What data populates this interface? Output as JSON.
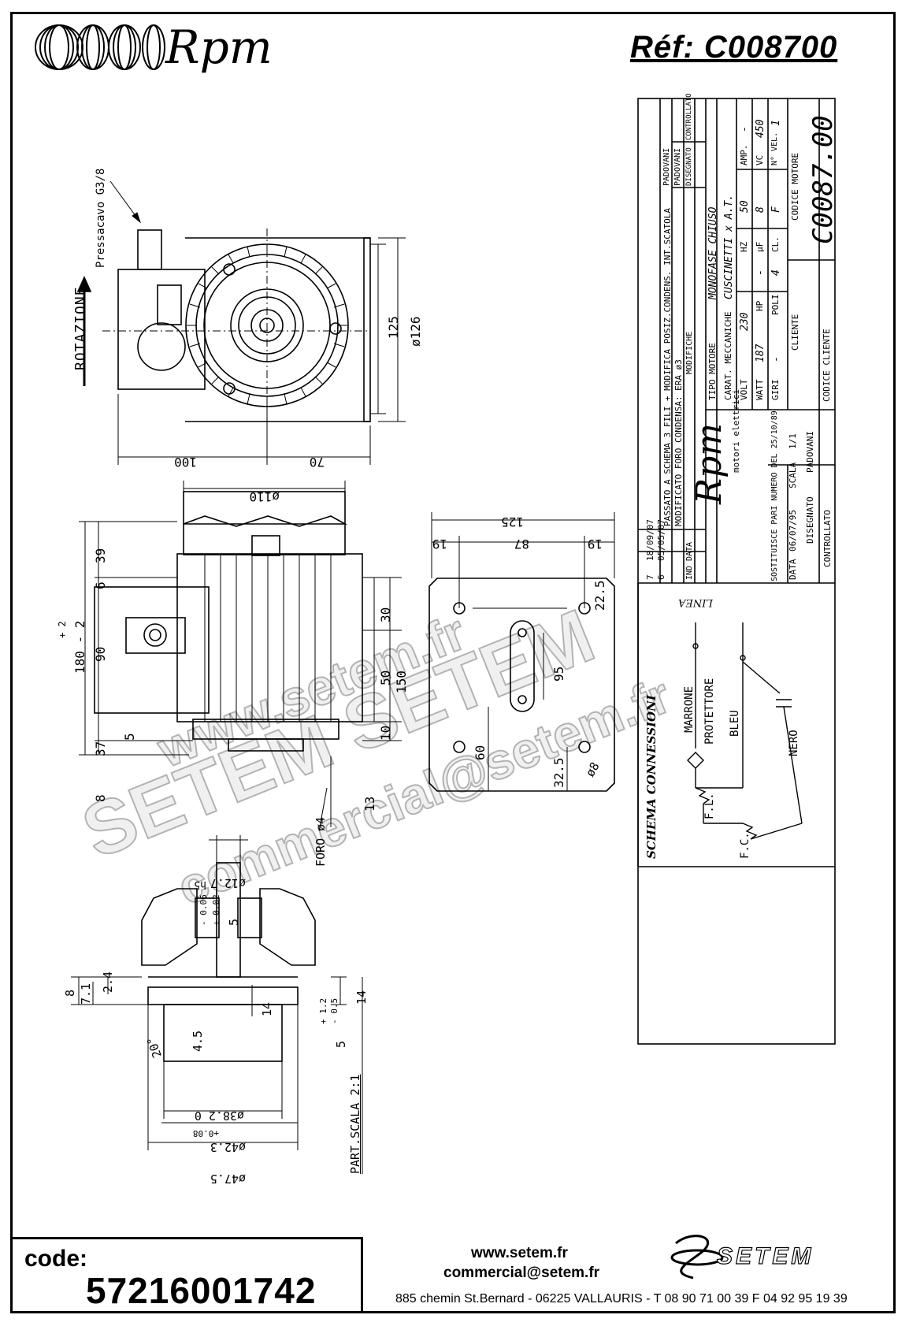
{
  "header": {
    "brand": "Rpm",
    "reference": "Réf:  C008700"
  },
  "drawing": {
    "rotation_label": "ROTAZIONE",
    "cable_gland": "Pressacavo G3/8",
    "top_view_dims": [
      "125",
      "ø126",
      "100",
      "70"
    ],
    "side_view_dims": [
      "ø110",
      "39",
      "6",
      "90",
      "37",
      "8",
      "5",
      "180 - 2",
      "+ 2",
      "30",
      "50",
      "150",
      "10",
      "13"
    ],
    "plate_dims": [
      "125",
      "19",
      "87",
      "19",
      "22.5",
      "95",
      "60",
      "32.5",
      "ø8"
    ],
    "hole_label": "FORO ø4",
    "detail_dims": [
      "ø12.7",
      "h5",
      "5",
      "+ 0.02",
      "- 0.06",
      "8",
      "7.1",
      "2.4",
      "14",
      "4.5",
      "14",
      "5",
      "+ 1.2",
      "- 0.5",
      "20°",
      "ø38.2 0",
      "+0.08",
      "ø42.3",
      "ø47.5"
    ],
    "detail_scale": "PART.SCALA 2:1"
  },
  "title_block": {
    "revisions": [
      {
        "n": "7",
        "date": "18/09/07",
        "text": "PASSATO A SCHEMA 3 FILI + MODIFICA POSIZ.CONDENS. INT.SCATOLA",
        "by": "PADOVANI"
      },
      {
        "n": "6",
        "date": "05/05/07",
        "text": "MODIFICATO FORO CONDENSA: ERA ø3",
        "by": "PADOVANI"
      }
    ],
    "rev_headers": {
      "n": "IND",
      "date": "DATA",
      "text": "MODIFICHE",
      "drawn": "DISEGNATO",
      "checked": "CONTROLLATO"
    },
    "logo_text": "Rpm",
    "logo_sub": "motori elettrici",
    "replaces": "SOSTITUISCE PARI NUMERO DEL  25/10/89",
    "date_label": "DATA",
    "date_value": "06/07/95",
    "scale_label": "SCALA",
    "scale_value": "1/1",
    "drawn_label": "DISEGNATO",
    "drawn_value": "PADOVANI",
    "checked_label": "CONTROLLATO",
    "motor_type_label": "TIPO MOTORE",
    "motor_type_value": "MONOFASE CHIUSO",
    "mech_label": "CARAT. MECCANICHE",
    "mech_value": "CUSCINETTI x A.T.",
    "volt_label": "VOLT",
    "volt_value": "230",
    "hz_label": "HZ",
    "hz_value": "50",
    "amp_label": "AMP.",
    "amp_value": "-",
    "watt_label": "WATT",
    "watt_value": "187",
    "hp_label": "HP",
    "hp_value": "-",
    "uf_label": "µF",
    "uf_value": "8",
    "vc_label": "VC",
    "vc_value": "450",
    "giri_label": "GIRI",
    "giri_value": "-",
    "poli_label": "POLI",
    "poli_value": "4",
    "cl_label": "CL.",
    "cl_value": "F",
    "vel_label": "N° VEL.",
    "vel_value": "1",
    "client_label": "CLIENTE",
    "client_code_label": "CODICE CLIENTE",
    "motor_code_label": "CODICE MOTORE",
    "motor_code_value": "C0087.00"
  },
  "wiring": {
    "title": "SCHEMA CONNESSIONI",
    "line": "LINEA",
    "wires": [
      "MARRONE",
      "BLEU",
      "NERO"
    ],
    "protector": "PROTETTORE",
    "fl": "F.L.",
    "fc": "F.C."
  },
  "watermarks": [
    "www.setem.fr",
    "SETEM SETEM",
    "commercial@setem.fr"
  ],
  "footer": {
    "code_label": "code:",
    "code_value": "57216001742",
    "website": "www.setem.fr",
    "email": "commercial@setem.fr",
    "address": "885 chemin St.Bernard  -  06225 VALLAURIS  -  T 08 90 71 00 39  F 04 92 95 19 39",
    "company": "SETEM"
  }
}
